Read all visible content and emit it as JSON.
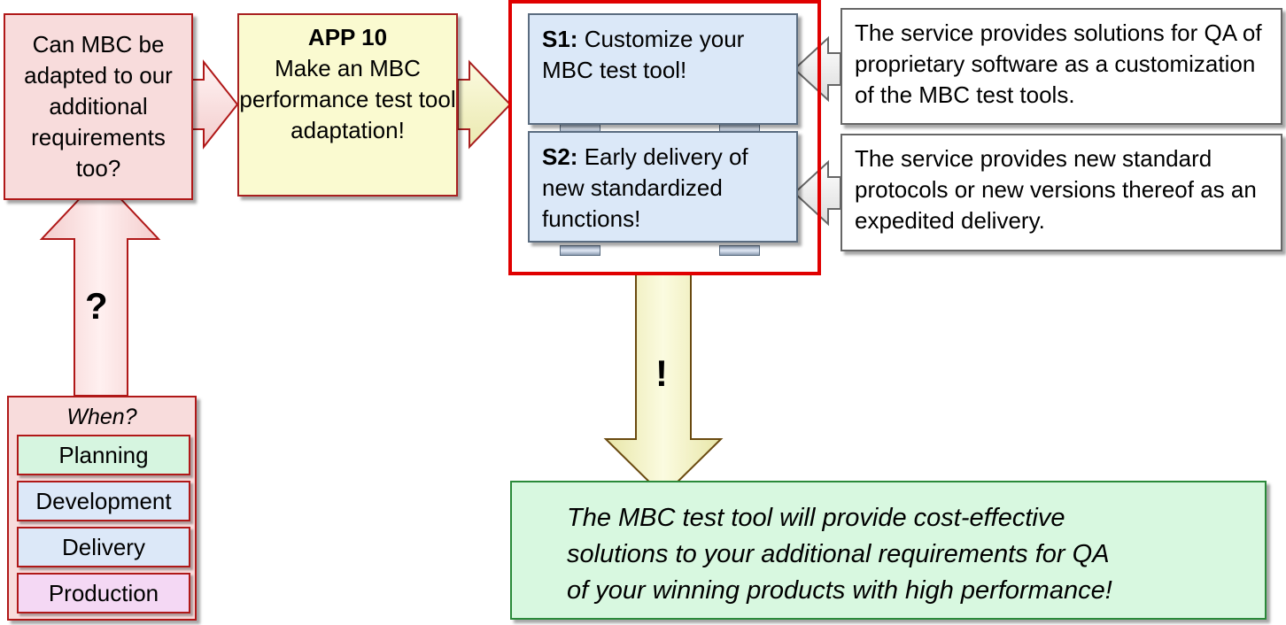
{
  "question": {
    "text": "Can MBC be adapted to our additional requirements too?"
  },
  "app": {
    "title": "APP 10",
    "text": "Make an MBC performance test tool adaptation!"
  },
  "services": [
    {
      "label": "S1:",
      "text": " Customize your MBC test tool!"
    },
    {
      "label": "S2:",
      "text": " Early delivery of new standardized functions!"
    }
  ],
  "notes": [
    "The service provides solutions for QA of proprietary software as a customization of the MBC test tools.",
    "The service provides new standard protocols or new versions thereof as an expedited delivery."
  ],
  "result": {
    "lines": [
      "The MBC test tool will provide cost-effective",
      "solutions to your additional requirements for QA",
      "of your winning products with high performance!"
    ]
  },
  "when": {
    "title": "When?",
    "phases": [
      "Planning",
      "Development",
      "Delivery",
      "Production"
    ]
  },
  "marks": {
    "question": "?",
    "exclaim": "!"
  },
  "colors": {
    "frame_red": "#e00000",
    "question_pink": "#f8dcdc",
    "app_yellow": "#fafad0",
    "service_blue": "#dbe8f8",
    "result_green": "#d8f8e0"
  }
}
